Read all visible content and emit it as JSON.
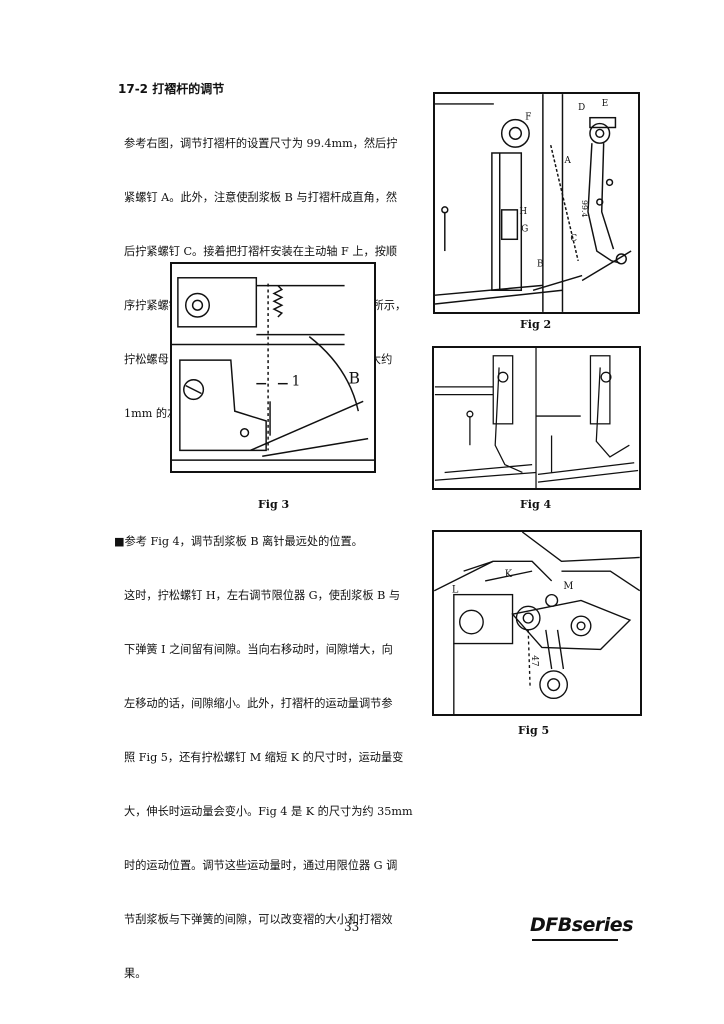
{
  "section": {
    "heading": "17-2 打褶杆的调节",
    "para1_lines": [
      "参考右图，调节打褶杆的设置尺寸为 99.4mm，然后拧",
      "紧螺钉 A。此外，注意使刮浆板 B 与打褶杆成直角，然",
      "后拧紧螺钉 C。接着把打褶杆安装在主动轴 F 上，按顺",
      "序拧紧螺钉 D、E。当刮浆板 B 最接近针时，如图所示，",
      "拧松螺母 L，调节螺母使刮浆板的头部在离针中心大约",
      "1mm 的左侧处。（Fig 3, 5）"
    ],
    "bullet_line": "■参考 Fig 4，调节刮浆板 B 离针最远处的位置。",
    "para2_lines": [
      "这时，拧松螺钉 H，左右调节限位器 G，使刮浆板 B 与",
      "下弹簧 I 之间留有间隙。当向右移动时，间隙增大，向",
      "左移动的话，间隙缩小。此外，打褶杆的运动量调节参",
      "照 Fig 5，还有拧松螺钉 M 缩短 K 的尺寸时，运动量变",
      "大，伸长时运动量会变小。Fig 4 是 K 的尺寸为约 35mm",
      "时的运动位置。调节这些运动量时，通过用限位器 G 调",
      "节刮浆板与下弹簧的间隙，可以改变褶的大小和打褶效",
      "果。"
    ]
  },
  "figures": {
    "fig2": {
      "caption": "Fig 2",
      "labels": {
        "F": "F",
        "D": "D",
        "E": "E",
        "A": "A",
        "C": "C",
        "B": "B",
        "H": "H",
        "G": "G",
        "dim": "99.4"
      }
    },
    "fig3": {
      "caption": "Fig 3",
      "labels": {
        "one": "1",
        "B": "B"
      }
    },
    "fig4": {
      "caption": "Fig 4"
    },
    "fig5": {
      "caption": "Fig 5",
      "labels": {
        "L": "L",
        "K": "K",
        "M": "M",
        "dim": "47"
      }
    }
  },
  "footer": {
    "page_number": "33",
    "logo": "DFBseries"
  }
}
